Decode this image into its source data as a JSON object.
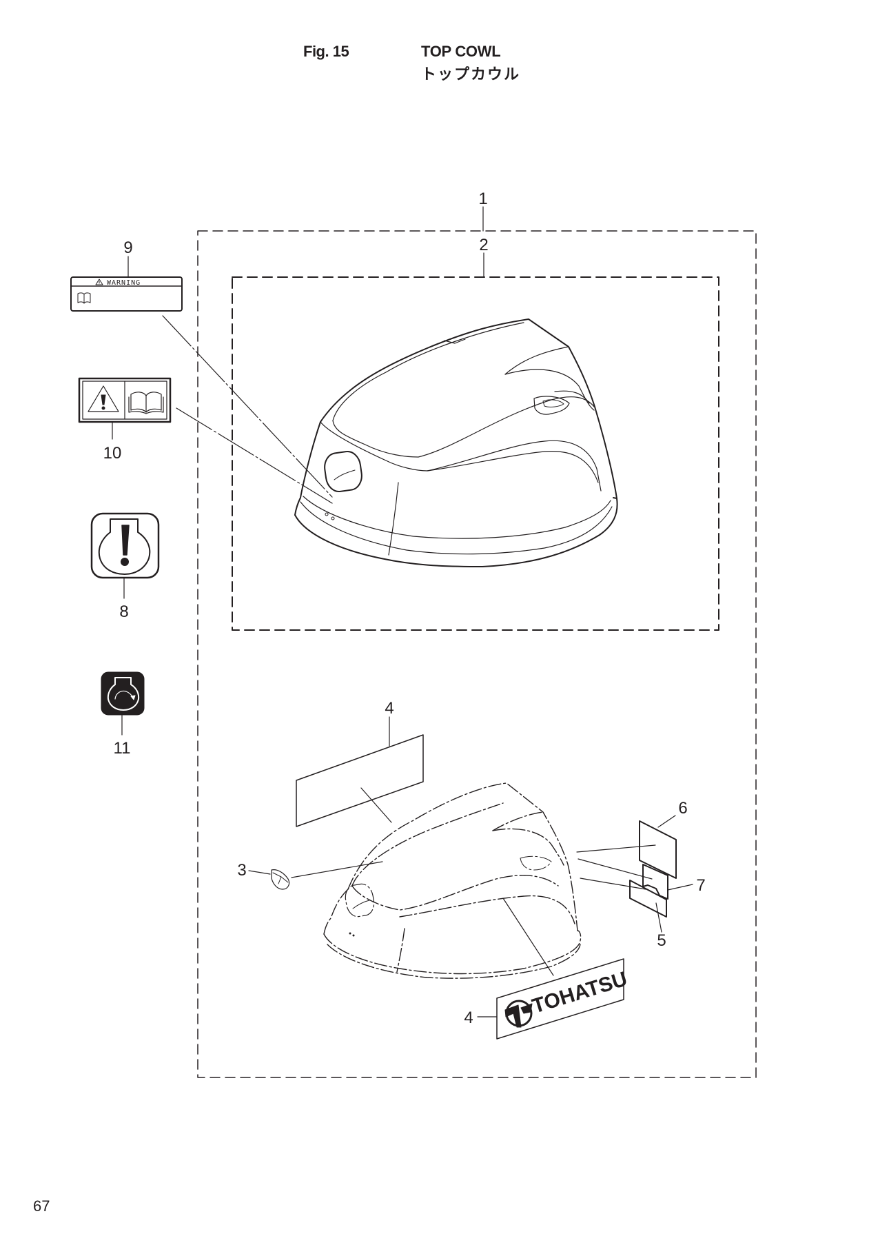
{
  "header": {
    "figure_number": "Fig. 15",
    "title": "TOP COWL",
    "title_japanese": "トップカウル"
  },
  "page": {
    "number": "67"
  },
  "callouts": {
    "c1": "1",
    "c2": "2",
    "c3": "3",
    "c4_top": "4",
    "c4_bottom": "4",
    "c5": "5",
    "c6": "6",
    "c7": "7",
    "c8": "8",
    "c9": "9",
    "c10": "10",
    "c11": "11"
  },
  "labels": {
    "warning_label_text": "WARNING",
    "brand_decal_text": "TOHATSU"
  },
  "parts": [
    {
      "ref": "1",
      "name": "top-cowl-assy-outer-group"
    },
    {
      "ref": "2",
      "name": "top-cowl-inner-group"
    },
    {
      "ref": "3",
      "name": "emblem"
    },
    {
      "ref": "4",
      "name": "decal-side"
    },
    {
      "ref": "4",
      "name": "decal-tohatsu"
    },
    {
      "ref": "5",
      "name": "decal-small"
    },
    {
      "ref": "6",
      "name": "decal-square"
    },
    {
      "ref": "7",
      "name": "decal-notched"
    },
    {
      "ref": "8",
      "name": "caution-label-exclamation"
    },
    {
      "ref": "9",
      "name": "warning-label"
    },
    {
      "ref": "10",
      "name": "caution-label-triangle-book"
    },
    {
      "ref": "11",
      "name": "rotation-label"
    }
  ],
  "colors": {
    "ink": "#231f20",
    "paper": "#ffffff"
  }
}
